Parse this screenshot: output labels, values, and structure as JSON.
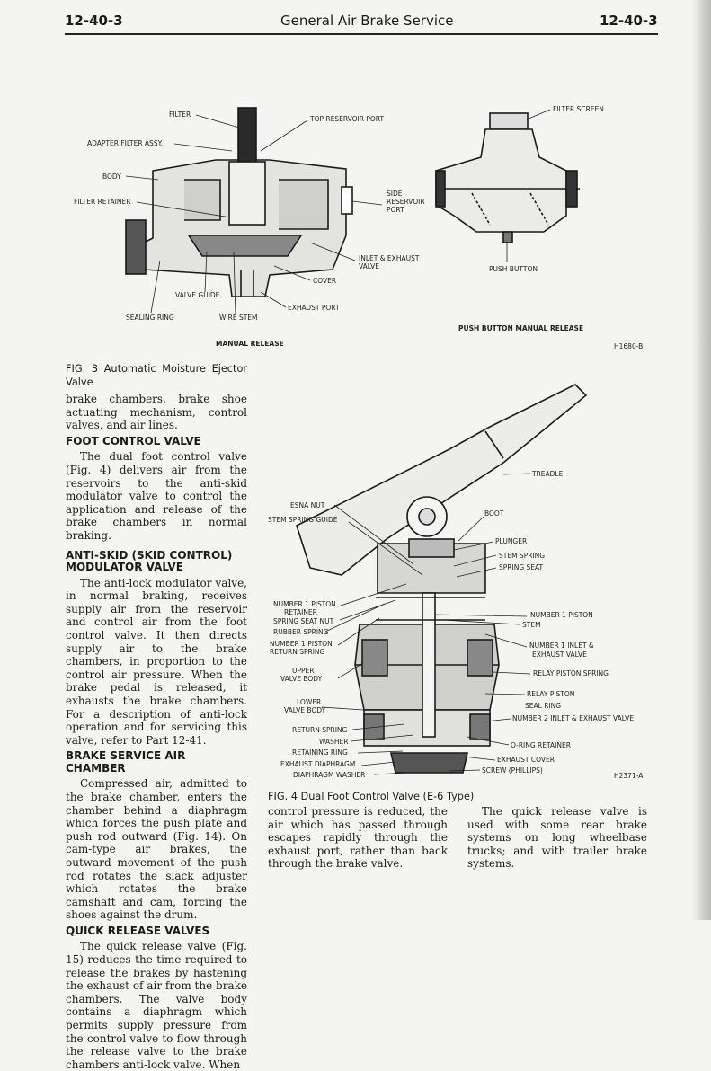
{
  "header": {
    "left_page": "12-40-3",
    "title": "General Air Brake Service",
    "right_page": "12-40-3"
  },
  "fig3": {
    "manual": {
      "filter": "FILTER",
      "top_port": "TOP RESERVOIR PORT",
      "adapter": "ADAPTER FILTER ASSY.",
      "body": "BODY",
      "retainer": "FILTER RETAINER",
      "side1": "SIDE",
      "side2": "RESERVOIR",
      "side3": "PORT",
      "inlet1": "INLET & EXHAUST",
      "inlet2": "VALVE",
      "cover": "COVER",
      "guide": "VALVE GUIDE",
      "exhaust_port": "EXHAUST PORT",
      "sealing": "SEALING RING",
      "wire": "WIRE STEM",
      "caption": "MANUAL RELEASE"
    },
    "push": {
      "screen": "FILTER SCREEN",
      "button": "PUSH BUTTON",
      "caption": "PUSH BUTTON MANUAL RELEASE"
    },
    "code": "H1680-B",
    "caption": "FIG. 3 Automatic Moisture Ejector Valve"
  },
  "fig4": {
    "left": {
      "esna": "ESNA NUT",
      "stem_guide": "STEM SPRING GUIDE",
      "n1pr1": "NUMBER 1 PISTON",
      "n1pr2": "RETAINER",
      "seat_nut": "SPRING SEAT NUT",
      "rubber": "RUBBER SPRING",
      "n1ret1": "NUMBER 1 PISTON",
      "n1ret2": "RETURN SPRING",
      "upper1": "UPPER",
      "upper2": "VALVE BODY",
      "lower1": "LOWER",
      "lower2": "VALVE BODY",
      "return": "RETURN SPRING",
      "washer": "WASHER",
      "retaining": "RETAINING RING",
      "exh_diaph": "EXHAUST DIAPHRAGM",
      "diaph_washer": "DIAPHRAGM WASHER"
    },
    "right": {
      "treadle": "TREADLE",
      "boot": "BOOT",
      "plunger": "PLUNGER",
      "stem_spring": "STEM SPRING",
      "spring_seat": "SPRING SEAT",
      "n1piston": "NUMBER 1 PISTON",
      "stem": "STEM",
      "n1inlet1": "NUMBER 1 INLET &",
      "n1inlet2": "EXHAUST VALVE",
      "relay_spring": "RELAY PISTON SPRING",
      "relay_piston": "RELAY PISTON",
      "seal_ring": "SEAL RING",
      "n2inlet": "NUMBER 2 INLET & EXHAUST VALVE",
      "oring": "O-RING RETAINER",
      "exh_cover": "EXHAUST COVER",
      "screw": "SCREW (PHILLIPS)"
    },
    "code": "H2371-A",
    "caption": "FIG. 4 Dual Foot Control Valve (E-6 Type)"
  },
  "text": {
    "p0": "brake chambers, brake shoe actuating mechanism, control valves, and air lines.",
    "h_foot": "FOOT CONTROL VALVE",
    "p_foot": "The dual foot control valve (Fig. 4) delivers air from the reservoirs to the anti-skid modulator valve to control the application and release of the brake chambers in normal braking.",
    "h_anti1": "ANTI-SKID (SKID CONTROL)",
    "h_anti2": "MODULATOR VALVE",
    "p_anti": "The anti-lock modulator valve, in normal braking, receives supply air from the reservoir and control air from the foot control valve. It then directs supply air to the brake chambers, in proportion to the control air pressure. When the brake pedal is released, it exhausts the brake chambers. For a description of anti-lock operation and for servicing this valve, refer to Part 12-41.",
    "h_chamber": "BRAKE SERVICE AIR CHAMBER",
    "p_chamber": "Compressed air, admitted to the brake chamber, enters the chamber behind a diaphragm which forces the push plate and push rod outward (Fig. 14). On cam-type air brakes, the outward movement of the push rod rotates the slack adjuster which rotates the brake camshaft and cam, forcing the shoes against the drum.",
    "h_quick": "QUICK RELEASE VALVES",
    "p_quick": "The quick release valve (Fig. 15) reduces the time required to release the brakes by hastening the exhaust of air from the brake chambers. The valve body contains a diaphragm which permits supply pressure from the control valve to flow through the release valve to the brake chambers anti-lock valve. When",
    "p_col2": "control pressure is reduced, the air which has passed through escapes rapidly through the exhaust port, rather than back through the brake valve.",
    "p_col3": "The quick release valve is used with some rear brake systems on long wheelbase trucks; and with trailer brake systems."
  }
}
